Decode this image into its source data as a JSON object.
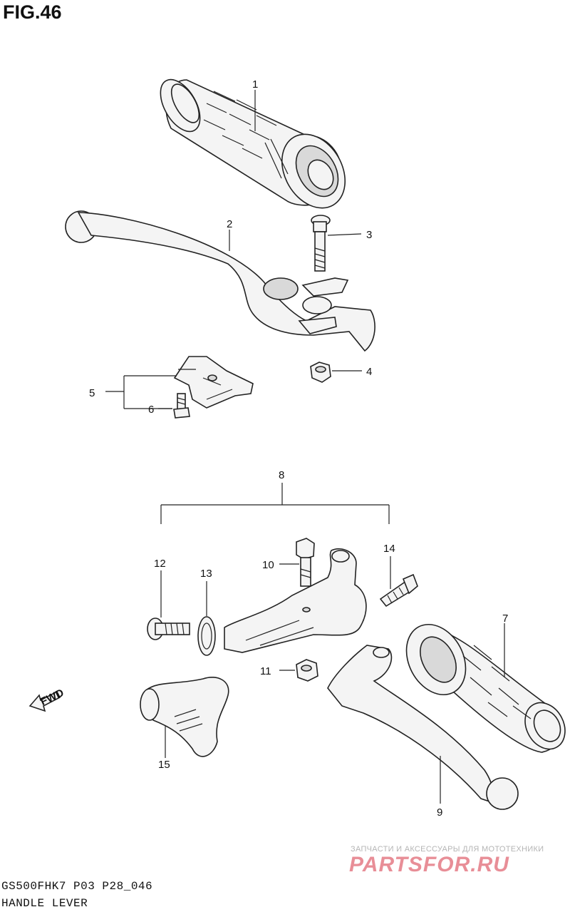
{
  "figure": {
    "title": "FIG.46"
  },
  "footer": {
    "model_code": "GS500FHK7 P03 P28_046",
    "section_name": "HANDLE LEVER"
  },
  "fwd_label": "FWD",
  "watermark": {
    "tagline": "ЗАПЧАСТИ И АКСЕССУАРЫ ДЛЯ МОТОТЕХНИКИ",
    "logo": "PARTSFOR.RU"
  },
  "callouts": {
    "c1": "1",
    "c2": "2",
    "c3": "3",
    "c4": "4",
    "c5": "5",
    "c6": "6",
    "c7": "7",
    "c8": "8",
    "c9": "9",
    "c10": "10",
    "c11": "11",
    "c12": "12",
    "c13": "13",
    "c14": "14",
    "c15": "15"
  },
  "colors": {
    "line": "#222222",
    "watermark_logo": "#e57b86",
    "watermark_text": "#b5b5b5"
  }
}
